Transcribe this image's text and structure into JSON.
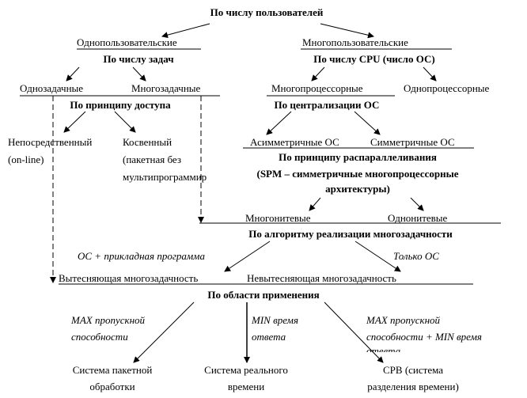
{
  "root": "По числу пользователей",
  "level1": {
    "single_user": "Однопользовательские",
    "multi_user": "Многопользовательские"
  },
  "criteria": {
    "tasks": "По числу задач",
    "cpu": "По числу CPU (число ОС)",
    "access": "По принципу доступа",
    "centralization": "По централизации ОС",
    "parallel": [
      "По принципу распараллеливания",
      "(SPM – симметричные многопроцессорные",
      "архитектуры)"
    ],
    "multitask_algo": "По алгоритму реализации многозадачности",
    "application": "По области применения"
  },
  "nodes": {
    "single_task": "Однозадачные",
    "multi_task": "Многозадачные",
    "multi_proc": "Многопроцессорные",
    "single_proc": "Однопроцессорные",
    "direct": [
      "Непосредственный",
      "(on-line)"
    ],
    "indirect": [
      "Косвенный",
      "(пакетная без",
      "мультипрограммир"
    ],
    "asym": "Асимметричные ОС",
    "sym": "Симметричные ОС",
    "multi_thread": "Многонитевые",
    "single_thread": "Однонитевые",
    "preemptive": "Вытесняющая многозадачность",
    "non_preemptive": "Невытесняющая многозадачность",
    "batch": [
      "Система пакетной",
      "обработки"
    ],
    "realtime": [
      "Система реального",
      "времени"
    ],
    "timesharing": [
      "СРВ (система",
      "разделения времени)"
    ]
  },
  "edge_labels": {
    "os_app": "ОС + прикладная программа",
    "os_only": "Только ОС",
    "max_throughput": [
      "MAX пропускной",
      "способности"
    ],
    "min_response": [
      "MIN время",
      "ответа"
    ],
    "max_min": [
      "MAX пропускной",
      "способности + MIN время",
      "ответа"
    ]
  }
}
